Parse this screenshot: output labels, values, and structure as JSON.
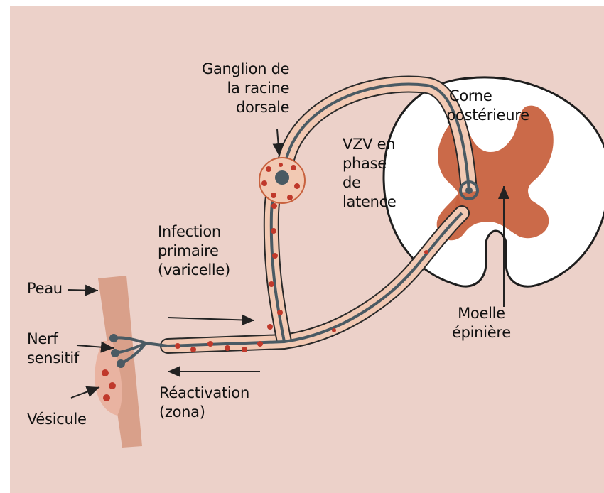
{
  "diagram": {
    "labels": {
      "ganglion": [
        "Ganglion de",
        "la racine",
        "dorsale"
      ],
      "corne": [
        "Corne",
        "postérieure"
      ],
      "vzv": [
        "VZV en",
        "phase",
        "de",
        "latence"
      ],
      "infection": [
        "Infection",
        "primaire",
        "(varicelle)"
      ],
      "peau": "Peau",
      "nerf": [
        "Nerf",
        "sensitif"
      ],
      "vesicule": "Vésicule",
      "reactivation": [
        "Réactivation",
        "(zona)"
      ],
      "moelle": [
        "Moelle",
        "épinière"
      ]
    },
    "colors": {
      "background_tint": "#efd6ce",
      "skin": "#d9a08a",
      "nerve_sheath": "#f2c9b3",
      "nerve_core": "#4a5a63",
      "virus_dot": "#c0392b",
      "grey_matter": "#c8623f"
    }
  }
}
